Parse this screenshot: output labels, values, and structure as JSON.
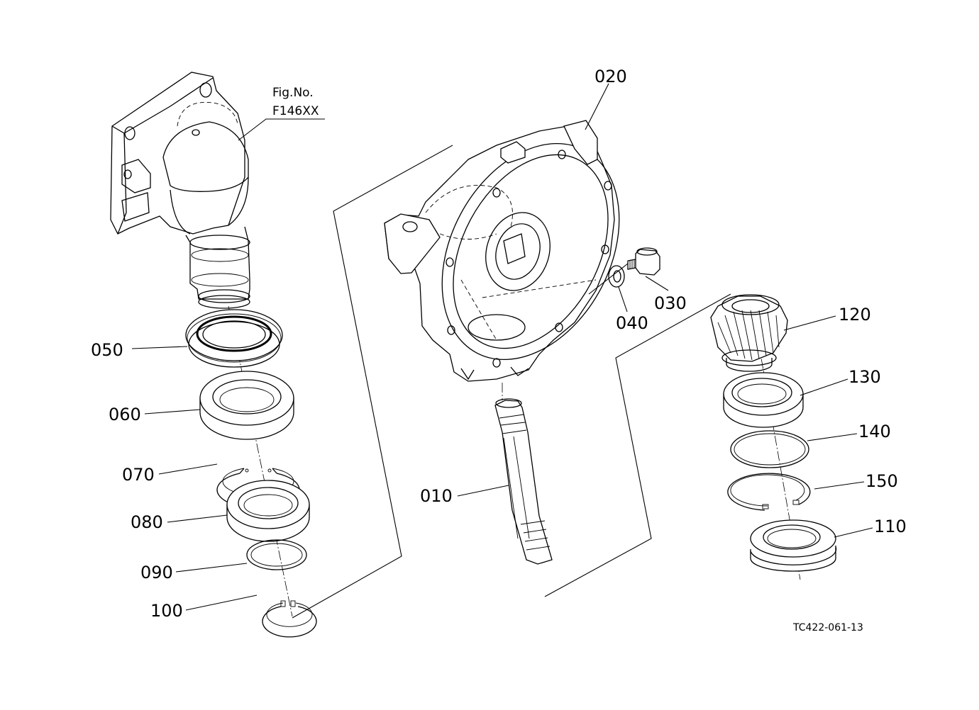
{
  "figure_ref": {
    "line1": "Fig.No.",
    "line2": "F146XX"
  },
  "drawing_code": "TC422-061-13",
  "parts": {
    "p010": "010",
    "p020": "020",
    "p030": "030",
    "p040": "040",
    "p050": "050",
    "p060": "060",
    "p070": "070",
    "p080": "080",
    "p090": "090",
    "p100": "100",
    "p110": "110",
    "p120": "120",
    "p130": "130",
    "p140": "140",
    "p150": "150"
  }
}
